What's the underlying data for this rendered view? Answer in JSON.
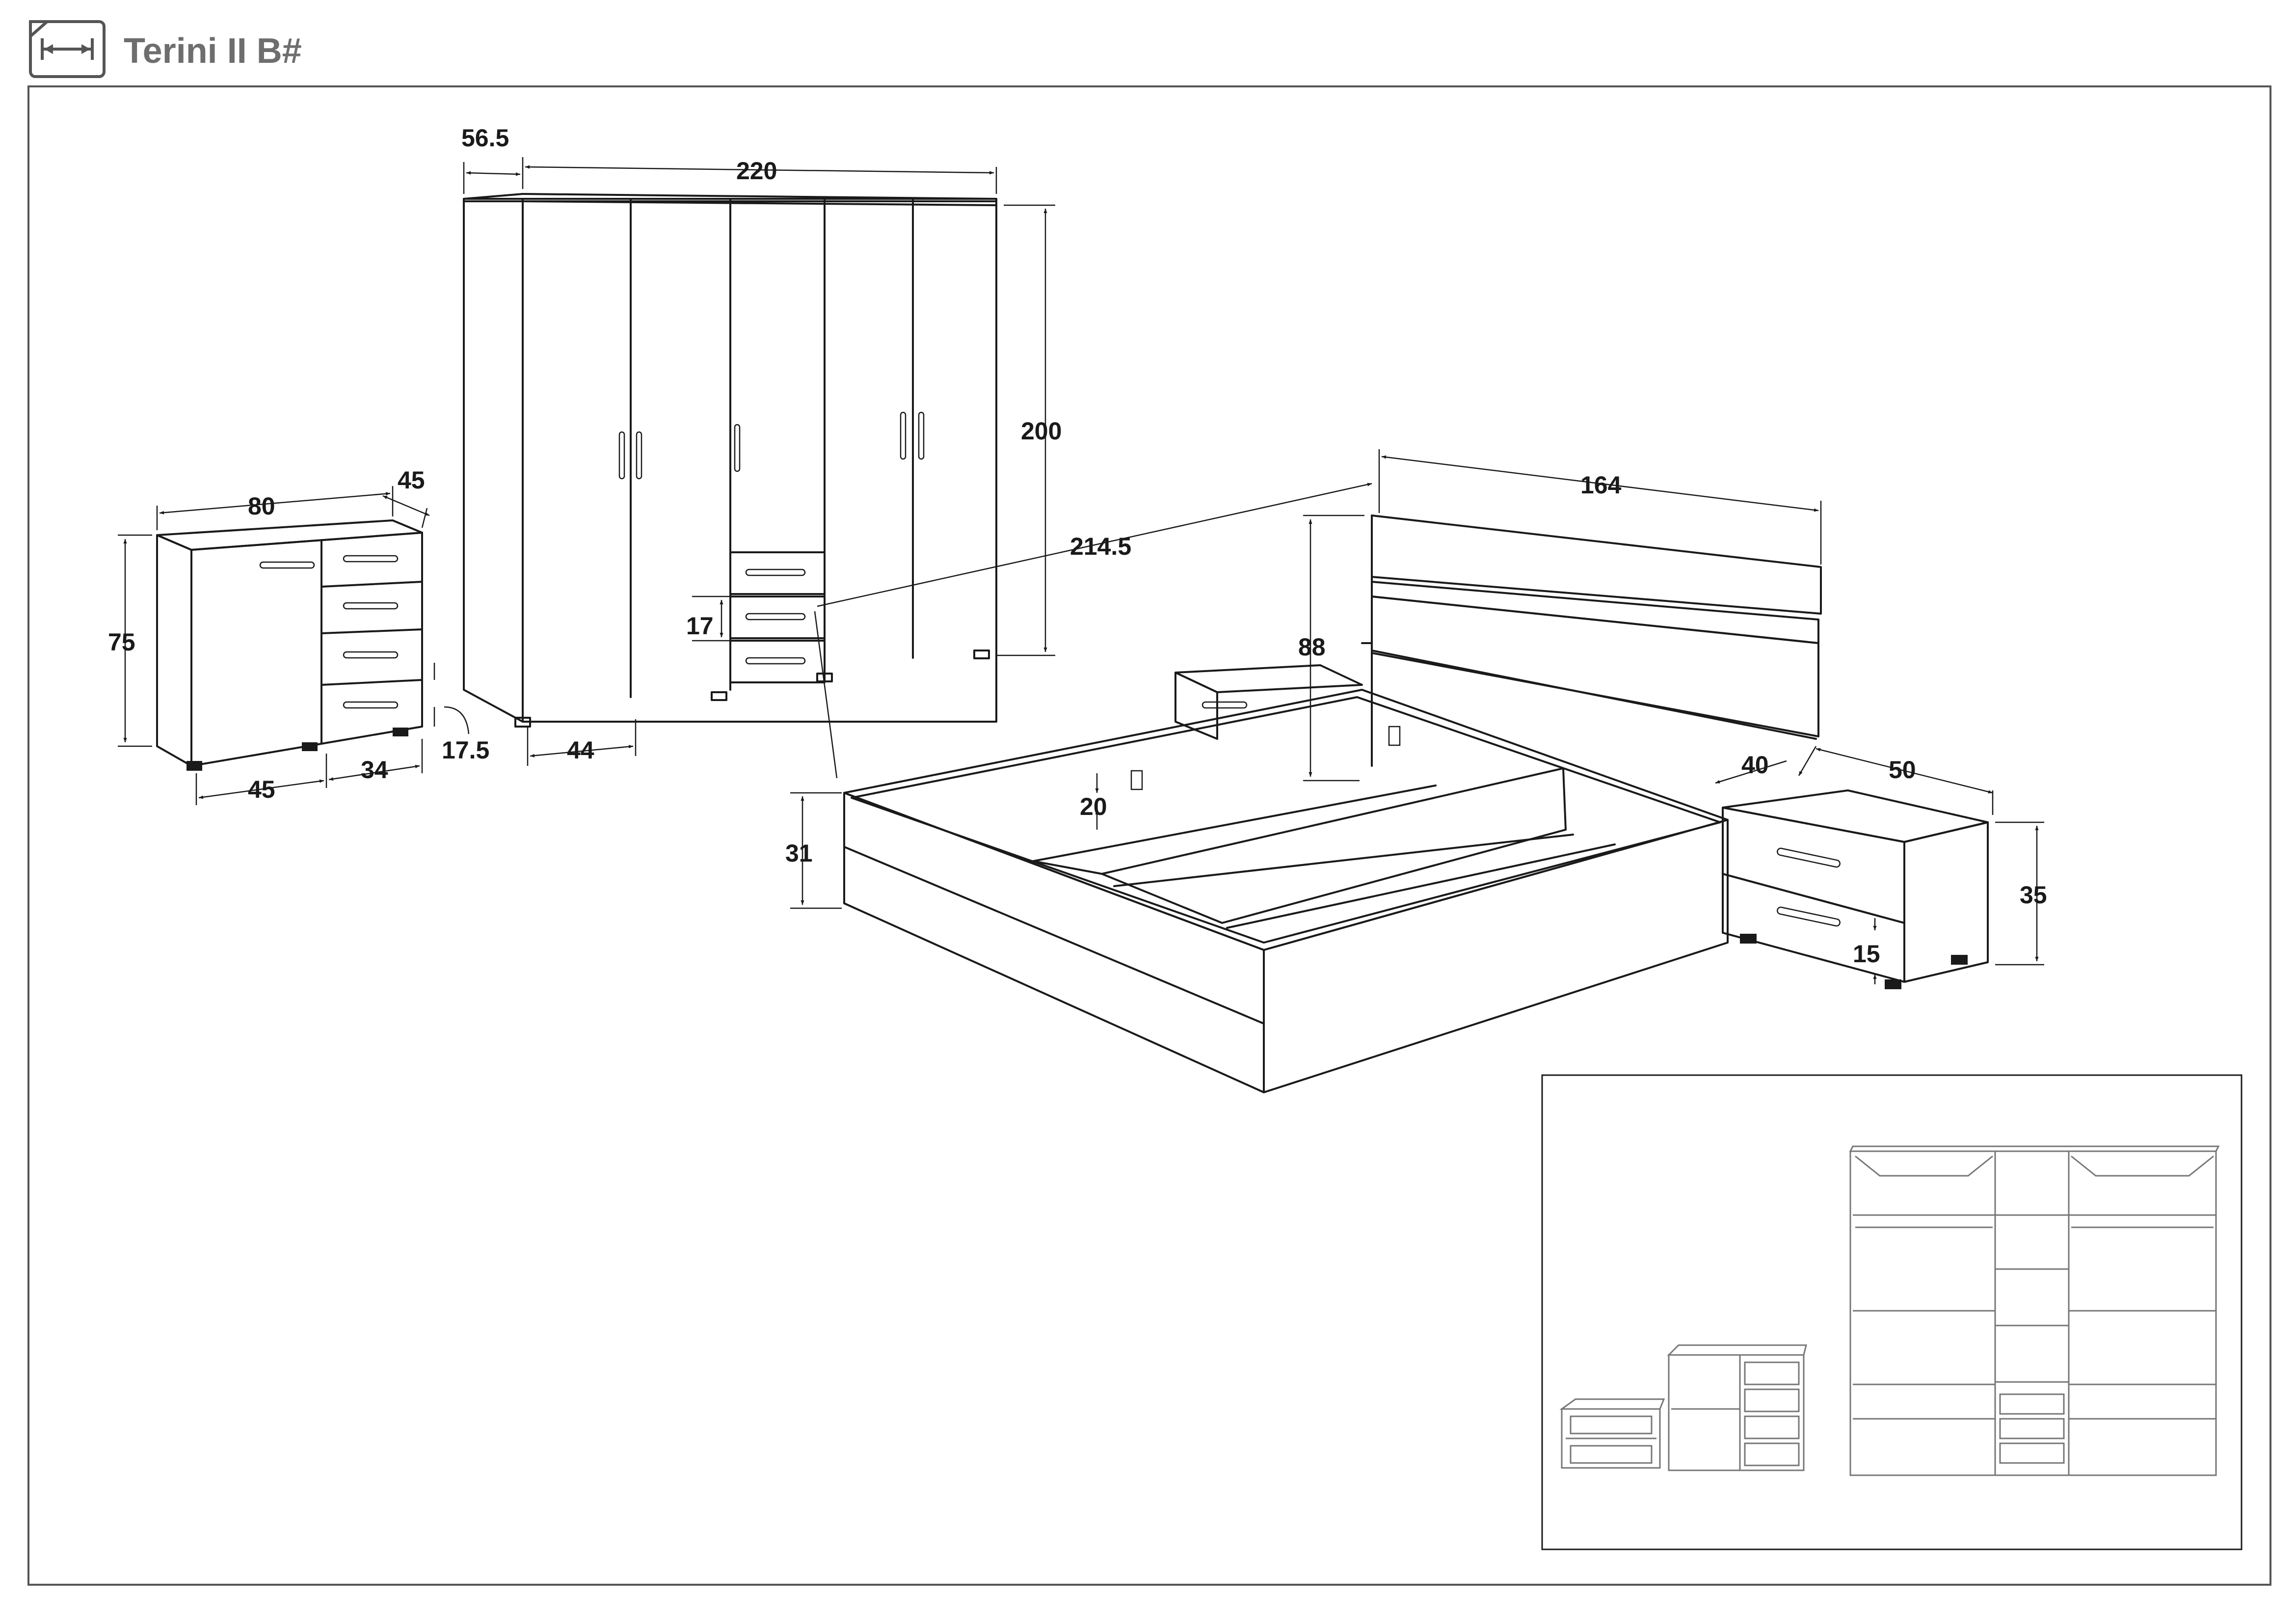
{
  "header": {
    "title": "Terini II B#",
    "icon": "dimensions-icon"
  },
  "colors": {
    "ink": "#1a1a1a",
    "title_grey": "#6e6e6e",
    "frame": "#555555"
  },
  "dimensions": {
    "wardrobe_depth": "56.5",
    "wardrobe_width": "220",
    "wardrobe_height": "200",
    "wardrobe_inner_width": "44",
    "wardrobe_drawer_height": "17",
    "sideboard_width": "80",
    "sideboard_depth": "45",
    "sideboard_height": "75",
    "sideboard_door_width": "45",
    "sideboard_drawer_width": "34",
    "sideboard_foot_height": "17.5",
    "bed_length": "214.5",
    "bed_width": "164",
    "headboard_height": "88",
    "bed_frame_height": "31",
    "bed_inner_height": "20",
    "nightstand_offset": "40",
    "nightstand_width": "50",
    "nightstand_height": "35",
    "nightstand_drawer_height": "15"
  }
}
